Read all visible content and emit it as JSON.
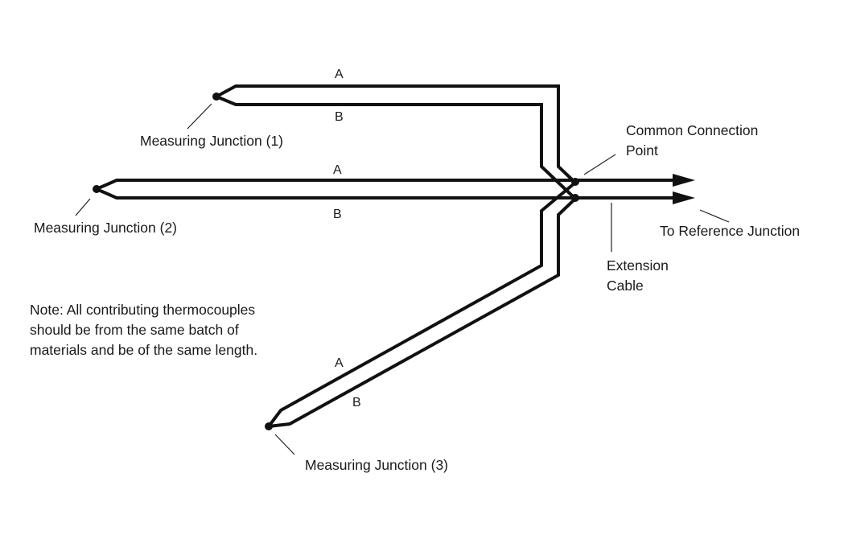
{
  "labels": {
    "junction1": "Measuring Junction (1)",
    "junction2": "Measuring Junction (2)",
    "junction3": "Measuring Junction (3)",
    "common_line1": "Common Connection",
    "common_line2": "Point",
    "reference": "To Reference Junction",
    "extension_line1": "Extension",
    "extension_line2": "Cable",
    "wire_a": "A",
    "wire_b": "B"
  },
  "note": {
    "line1": "Note: All contributing thermocouples",
    "line2": "should be from the same batch of",
    "line3": "materials and be of the same length."
  }
}
